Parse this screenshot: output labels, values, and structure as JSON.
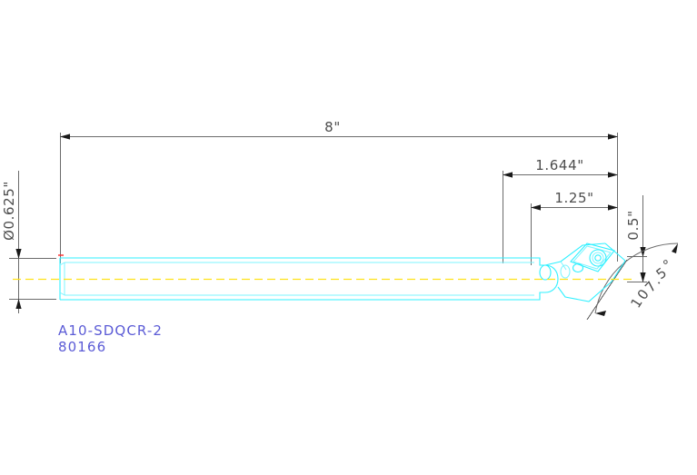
{
  "drawing": {
    "title": "Boring Bar Technical Drawing",
    "background_color": "#ffffff",
    "body_color": "#2ff0ff",
    "centerline_color": "#ffe11a",
    "dimension_color": "#6b6b6b",
    "label_color": "#5b5bd6"
  },
  "part": {
    "model_number": "A10-SDQCR-2",
    "item_number": "80166"
  },
  "dimensions": {
    "overall_length": "8\"",
    "head_length": "1.644\"",
    "insert_offset": "1.25\"",
    "head_height": "0.5\"",
    "shank_diameter": "Ø0.625\"",
    "lead_angle": "107.5°"
  },
  "dimension_list": [
    {
      "name": "overall-length",
      "value": "8\"",
      "orientation": "horizontal"
    },
    {
      "name": "head-length",
      "value": "1.644\"",
      "orientation": "horizontal"
    },
    {
      "name": "insert-offset",
      "value": "1.25\"",
      "orientation": "horizontal"
    },
    {
      "name": "head-height",
      "value": "0.5\"",
      "orientation": "vertical"
    },
    {
      "name": "shank-diameter",
      "value": "Ø0.625\"",
      "orientation": "vertical"
    },
    {
      "name": "lead-angle",
      "value": "107.5°",
      "orientation": "angular"
    }
  ],
  "angle_text": {
    "c1": "1",
    "c2": "0",
    "c3": "7",
    "c4": ".",
    "c5": "5",
    "c6": "°"
  }
}
